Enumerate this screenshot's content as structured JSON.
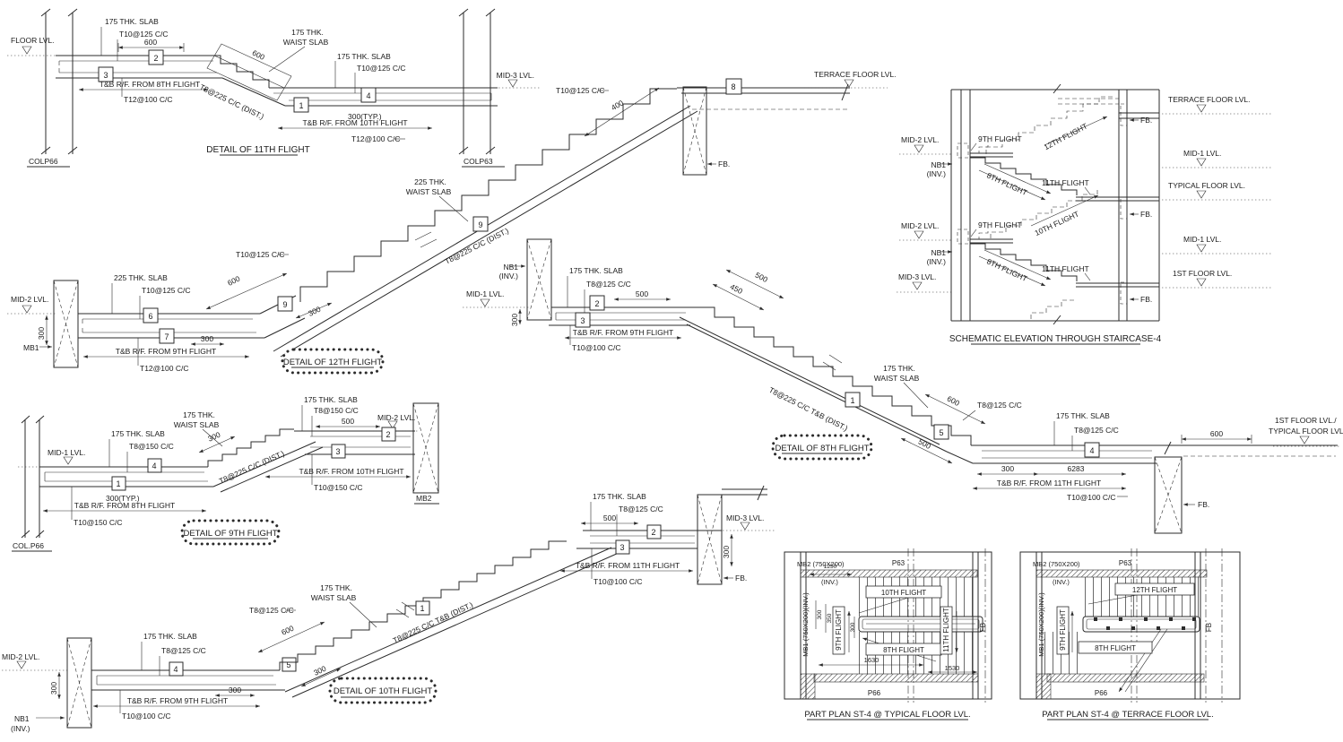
{
  "meta": {
    "line_color": "#2b2b2b",
    "bg_color": "#ffffff"
  },
  "d11": {
    "title": "DETAIL OF 11TH FLIGHT",
    "floor": "FLOOR LVL.",
    "mid3": "MID-3 LVL.",
    "colL": "COLP66",
    "colR": "COLP63",
    "slabL": "175 THK. SLAB",
    "barL": "T10@125 C/C",
    "dim600L": "600",
    "waist1": "175 THK.",
    "waist2": "WAIST SLAB",
    "dim600D": "600",
    "dist": "T8@225 C/C (DIST.)",
    "slabR": "175 THK. SLAB",
    "barR": "T10@125 C/C",
    "typ": "300(TYP.)",
    "tbL": "T&B R/F. FROM 8TH FLIGHT",
    "t12L": "T12@100 C/C",
    "tbR": "T&B R/F. FROM 10TH FLIGHT",
    "t12R": "T12@100 C/C",
    "m1": "1",
    "m2": "2",
    "m3": "3",
    "m4": "4"
  },
  "run12": {
    "bar": "T10@125 C/C",
    "dim400": "400",
    "m8": "8",
    "terrace": "TERRACE FLOOR LVL.",
    "fb": "FB.",
    "waist1": "225 THK.",
    "waist2": "WAIST SLAB",
    "m9": "9",
    "dist": "T8@225 C/C (DIST.)"
  },
  "elev": {
    "title": "SCHEMATIC ELEVATION THROUGH STAIRCASE-4",
    "terrace": "TERRACE FLOOR LVL.",
    "mid1a": "MID-1 LVL.",
    "typical": "TYPICAL FLOOR LVL.",
    "mid1b": "MID-1 LVL.",
    "first": "1ST FLOOR LVL.",
    "mid2a": "MID-2 LVL.",
    "mid2b": "MID-2 LVL.",
    "mid3": "MID-3 LVL.",
    "nb1a": "NB1",
    "inva": "(INV.)",
    "nb1b": "NB1",
    "invb": "(INV.)",
    "fb1": "FB.",
    "fb2": "FB.",
    "fb3": "FB.",
    "f9a": "9TH FLIGHT",
    "f12": "12TH FLIGHT",
    "f11a": "11TH FLIGHT",
    "f8a": "8TH FLIGHT",
    "f9b": "9TH FLIGHT",
    "f10": "10TH FLIGHT",
    "f11b": "11TH FLIGHT",
    "f8b": "8TH FLIGHT"
  },
  "d12": {
    "title": "DETAIL OF 12TH FLIGHT",
    "mid2": "MID-2 LVL.",
    "mb1": "MB1",
    "dim300v": "300",
    "slab": "225 THK. SLAB",
    "bar": "T10@125 C/C",
    "m6": "6",
    "m7": "7",
    "dim300": "300",
    "tb": "T&B R/F. FROM 9TH FLIGHT",
    "t12": "T12@100 C/C",
    "barTop": "T10@125 C/C",
    "dim600": "600",
    "m9a": "9",
    "dim300d": "300"
  },
  "d8": {
    "title": "DETAIL OF 8TH FLIGHT",
    "nb1": "NB1",
    "inv": "(INV.)",
    "mid1": "MID-1 LVL.",
    "dim300v": "300",
    "slab": "175 THK. SLAB",
    "bar": "T8@125 C/C",
    "m2": "2",
    "m3": "3",
    "dim500": "500",
    "tb9": "T&B R/F. FROM 9TH FLIGHT",
    "t10": "T10@100 C/C",
    "dim450": "450",
    "dim500b": "500",
    "dist": "T8@225 C/C T&B (DIST.)",
    "m1": "1",
    "waist1": "175 THK.",
    "waist2": "WAIST SLAB",
    "dim600": "600",
    "barB": "T8@125 C/C",
    "m5": "5",
    "dim500c": "500",
    "slabR": "175 THK. SLAB",
    "barR": "T8@125 C/C",
    "m4": "4",
    "dim600R": "600",
    "lvl1": "1ST FLOOR LVL./",
    "lvl2": "TYPICAL FLOOR LVL.",
    "dim300": "300",
    "dim6283": "6283",
    "tb11": "T&B R/F. FROM 11TH FLIGHT",
    "t10b": "T10@100 C/C",
    "fb": "FB."
  },
  "d9": {
    "title": "DETAIL OF 9TH FLIGHT",
    "col": "COL.P66",
    "mid1": "MID-1 LVL.",
    "slab": "175 THK. SLAB",
    "bar": "T8@150 C/C",
    "m4": "4",
    "m1": "1",
    "typ": "300(TYP.)",
    "tb8": "T&B R/F. FROM 8TH FLIGHT",
    "t10": "T10@150 C/C",
    "waist1": "175 THK.",
    "waist2": "WAIST SLAB",
    "dim300d": "300",
    "dist": "T8@225 C/C (DIST.)",
    "slabR": "175 THK. SLAB",
    "barR": "T8@150 C/C",
    "dim500": "500",
    "mid2": "MID-2 LVL.",
    "m2": "2",
    "m3": "3",
    "tb10": "T&B R/F. FROM 10TH FLIGHT",
    "t10b": "T10@150 C/C",
    "mb2": "MB2"
  },
  "d10": {
    "title": "DETAIL OF 10TH FLIGHT",
    "mid2": "MID-2 LVL.",
    "nb1": "NB1",
    "inv": "(INV.)",
    "dim300v": "300",
    "slab": "175 THK. SLAB",
    "bar": "T8@125 C/C",
    "m4": "4",
    "dim300": "300",
    "tb9": "T&B R/F. FROM 9TH FLIGHT",
    "t10": "T10@100 C/C",
    "barD": "T8@125 C/C",
    "dim600": "600",
    "waist1": "175 THK.",
    "waist2": "WAIST SLAB",
    "m5": "5",
    "dim300d": "300",
    "dist": "T8@225 C/C T&B (DIST.)",
    "m1": "1",
    "slabR": "175 THK. SLAB",
    "barR": "T8@125 C/C",
    "dim500": "500",
    "m2": "2",
    "m3": "3",
    "tb11": "T&B R/F. FROM 11TH FLIGHT",
    "t10b": "T10@100 C/C",
    "mid3": "MID-3 LVL.",
    "dim300r": "300",
    "fb": "FB."
  },
  "plan1": {
    "title": "PART PLAN ST-4 @ TYPICAL FLOOR LVL.",
    "mb2": "MB2 (750X200)",
    "p63": "P63",
    "inv": "(INV.)",
    "mb1": "MB1 (750X200)(INV.)",
    "f10": "10TH FLIGHT",
    "f9": "9TH FLIGHT",
    "f8": "8TH FLIGHT",
    "f11": "11TH FLIGHT",
    "fb": "FB",
    "d300a": "300",
    "d350": "350",
    "d300b": "300",
    "d1250": "1250",
    "d1630": "1630",
    "d1530": "1530",
    "p66": "P66"
  },
  "plan2": {
    "title": "PART PLAN ST-4 @ TERRACE FLOOR LVL.",
    "mb2": "MB2 (750X200)",
    "p63": "P63",
    "inv": "(INV.)",
    "mb1": "MB1 (750X200)(INV.)",
    "f12": "12TH FLIGHT",
    "f9": "9TH FLIGHT",
    "f8": "8TH FLIGHT",
    "fb": "FB",
    "p66": "P66"
  }
}
